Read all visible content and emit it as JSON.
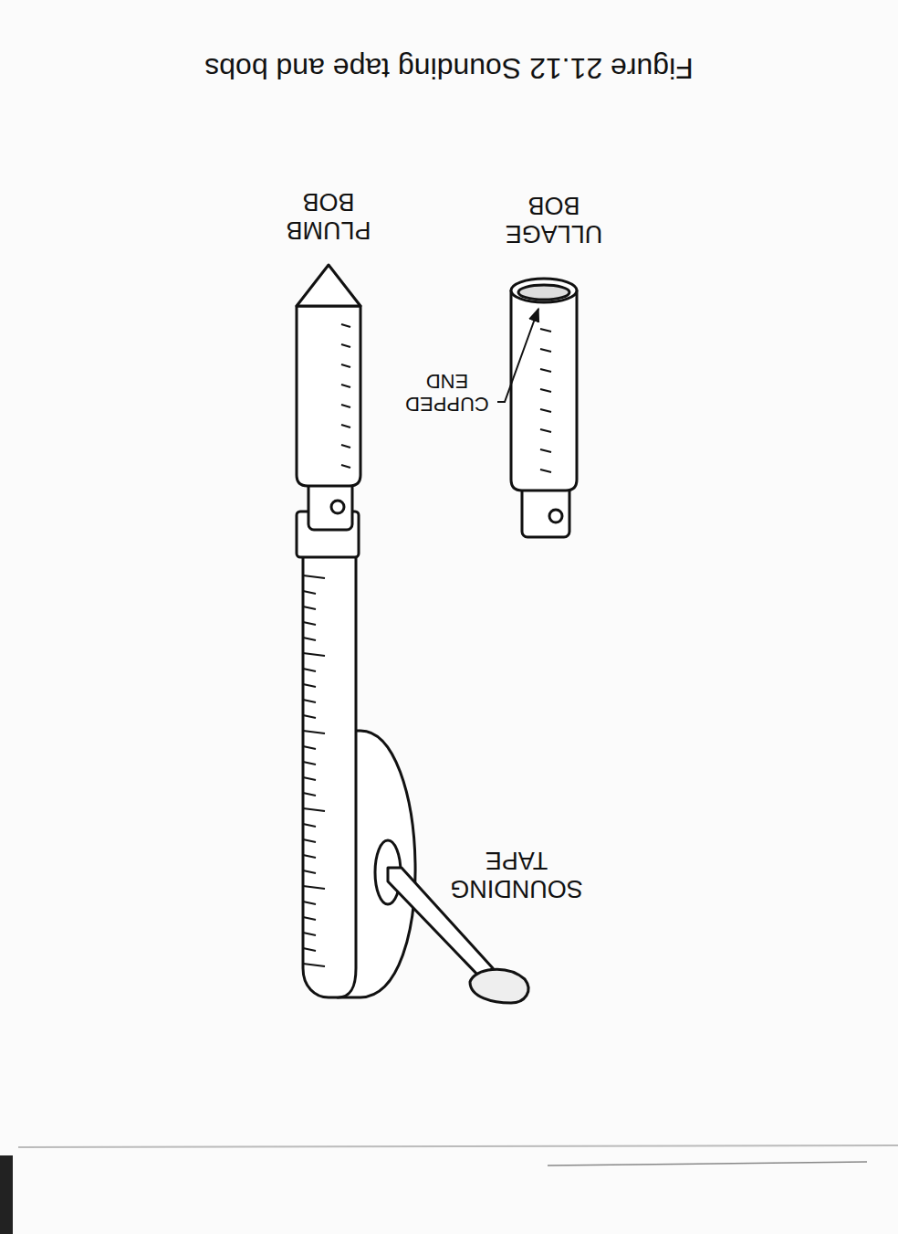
{
  "diagram": {
    "caption": "Figure 21.12 Sounding tape and bobs",
    "labels": [
      "PLUMB BOB",
      "ULLAGE BOB",
      "CUPPED END",
      "SOUNDING TAPE"
    ]
  }
}
